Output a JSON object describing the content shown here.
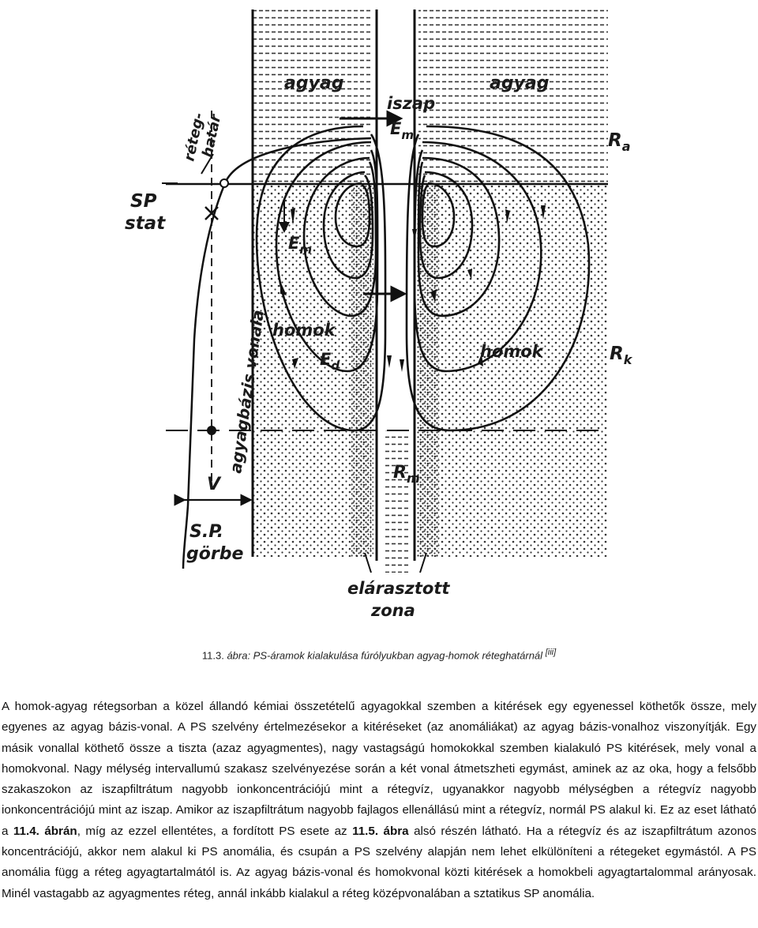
{
  "figure": {
    "labels": {
      "reteg_hatar_1": "réteg-",
      "reteg_hatar_2": "határ",
      "agyag_left": "agyag",
      "agyag_right": "agyag",
      "iszap": "iszap",
      "em_top": "E",
      "em_top_sub": "m",
      "ra": "R",
      "ra_sub": "a",
      "sp_stat_1": "SP",
      "sp_stat_2": "stat",
      "em_left": "E",
      "em_left_sub": "m",
      "homok_left": "homok",
      "ed": "E",
      "ed_sub": "d",
      "homok_right": "homok",
      "rk": "R",
      "rk_sub": "k",
      "agyagbazis": "agyagbázis vonala",
      "v": "V",
      "rm": "R",
      "rm_sub": "m",
      "sp_gorbe_1": "S.P.",
      "sp_gorbe_2": "görbe",
      "elarasztott_1": "elárasztott",
      "elarasztott_2": "zona"
    }
  },
  "caption": {
    "number": "11.3.",
    "text": "ábra: PS-áramok kialakulása fúrólyukban agyag-homok réteghatárnál",
    "ref": "[iii]"
  },
  "paragraph": {
    "p1": "A homok-agyag rétegsorban a közel állandó kémiai összetételű agyagokkal szemben a kitérések egy egyenessel köthetők össze, mely egyenes az agyag bázis-vonal. A PS szelvény értelmezésekor a kitéréseket (az anomáliákat) az agyag bázis-vonalhoz viszonyítják. Egy másik vonallal köthető össze a tiszta (azaz agyagmentes), nagy vastagságú homokokkal szemben kialakuló PS kitérések, mely vonal a homokvonal. Nagy mélység intervallumú szakasz szelvényezése során a két vonal átmetszheti egymást, aminek az az oka, hogy a felsőbb szakaszokon az iszapfiltrátum nagyobb ionkoncentrációjú mint a rétegvíz, ugyanakkor nagyobb mélységben a rétegvíz nagyobb ionkoncentrációjú mint az iszap. Amikor az iszapfiltrátum nagyobb fajlagos ellenállású mint a rétegvíz, normál PS alakul ki. Ez az eset látható a ",
    "ref1": "11.4. ábrán",
    "p2": ", míg az ezzel ellentétes, a fordított PS esete az ",
    "ref2": "11.5. ábra",
    "p3": " alsó részén látható. Ha a rétegvíz és az iszapfiltrátum azonos koncentrációjú, akkor nem alakul ki PS anomália, és csupán a PS szelvény alapján nem lehet elkülöníteni a rétegeket egymástól. A PS anomália függ a réteg agyagtartalmától is. Az agyag bázis-vonal és homokvonal közti kitérések a homokbeli agyagtartalommal arányosak. Minél vastagabb az agyagmentes réteg, annál inkább kialakul a réteg középvonalában a sztatikus SP anomália."
  }
}
